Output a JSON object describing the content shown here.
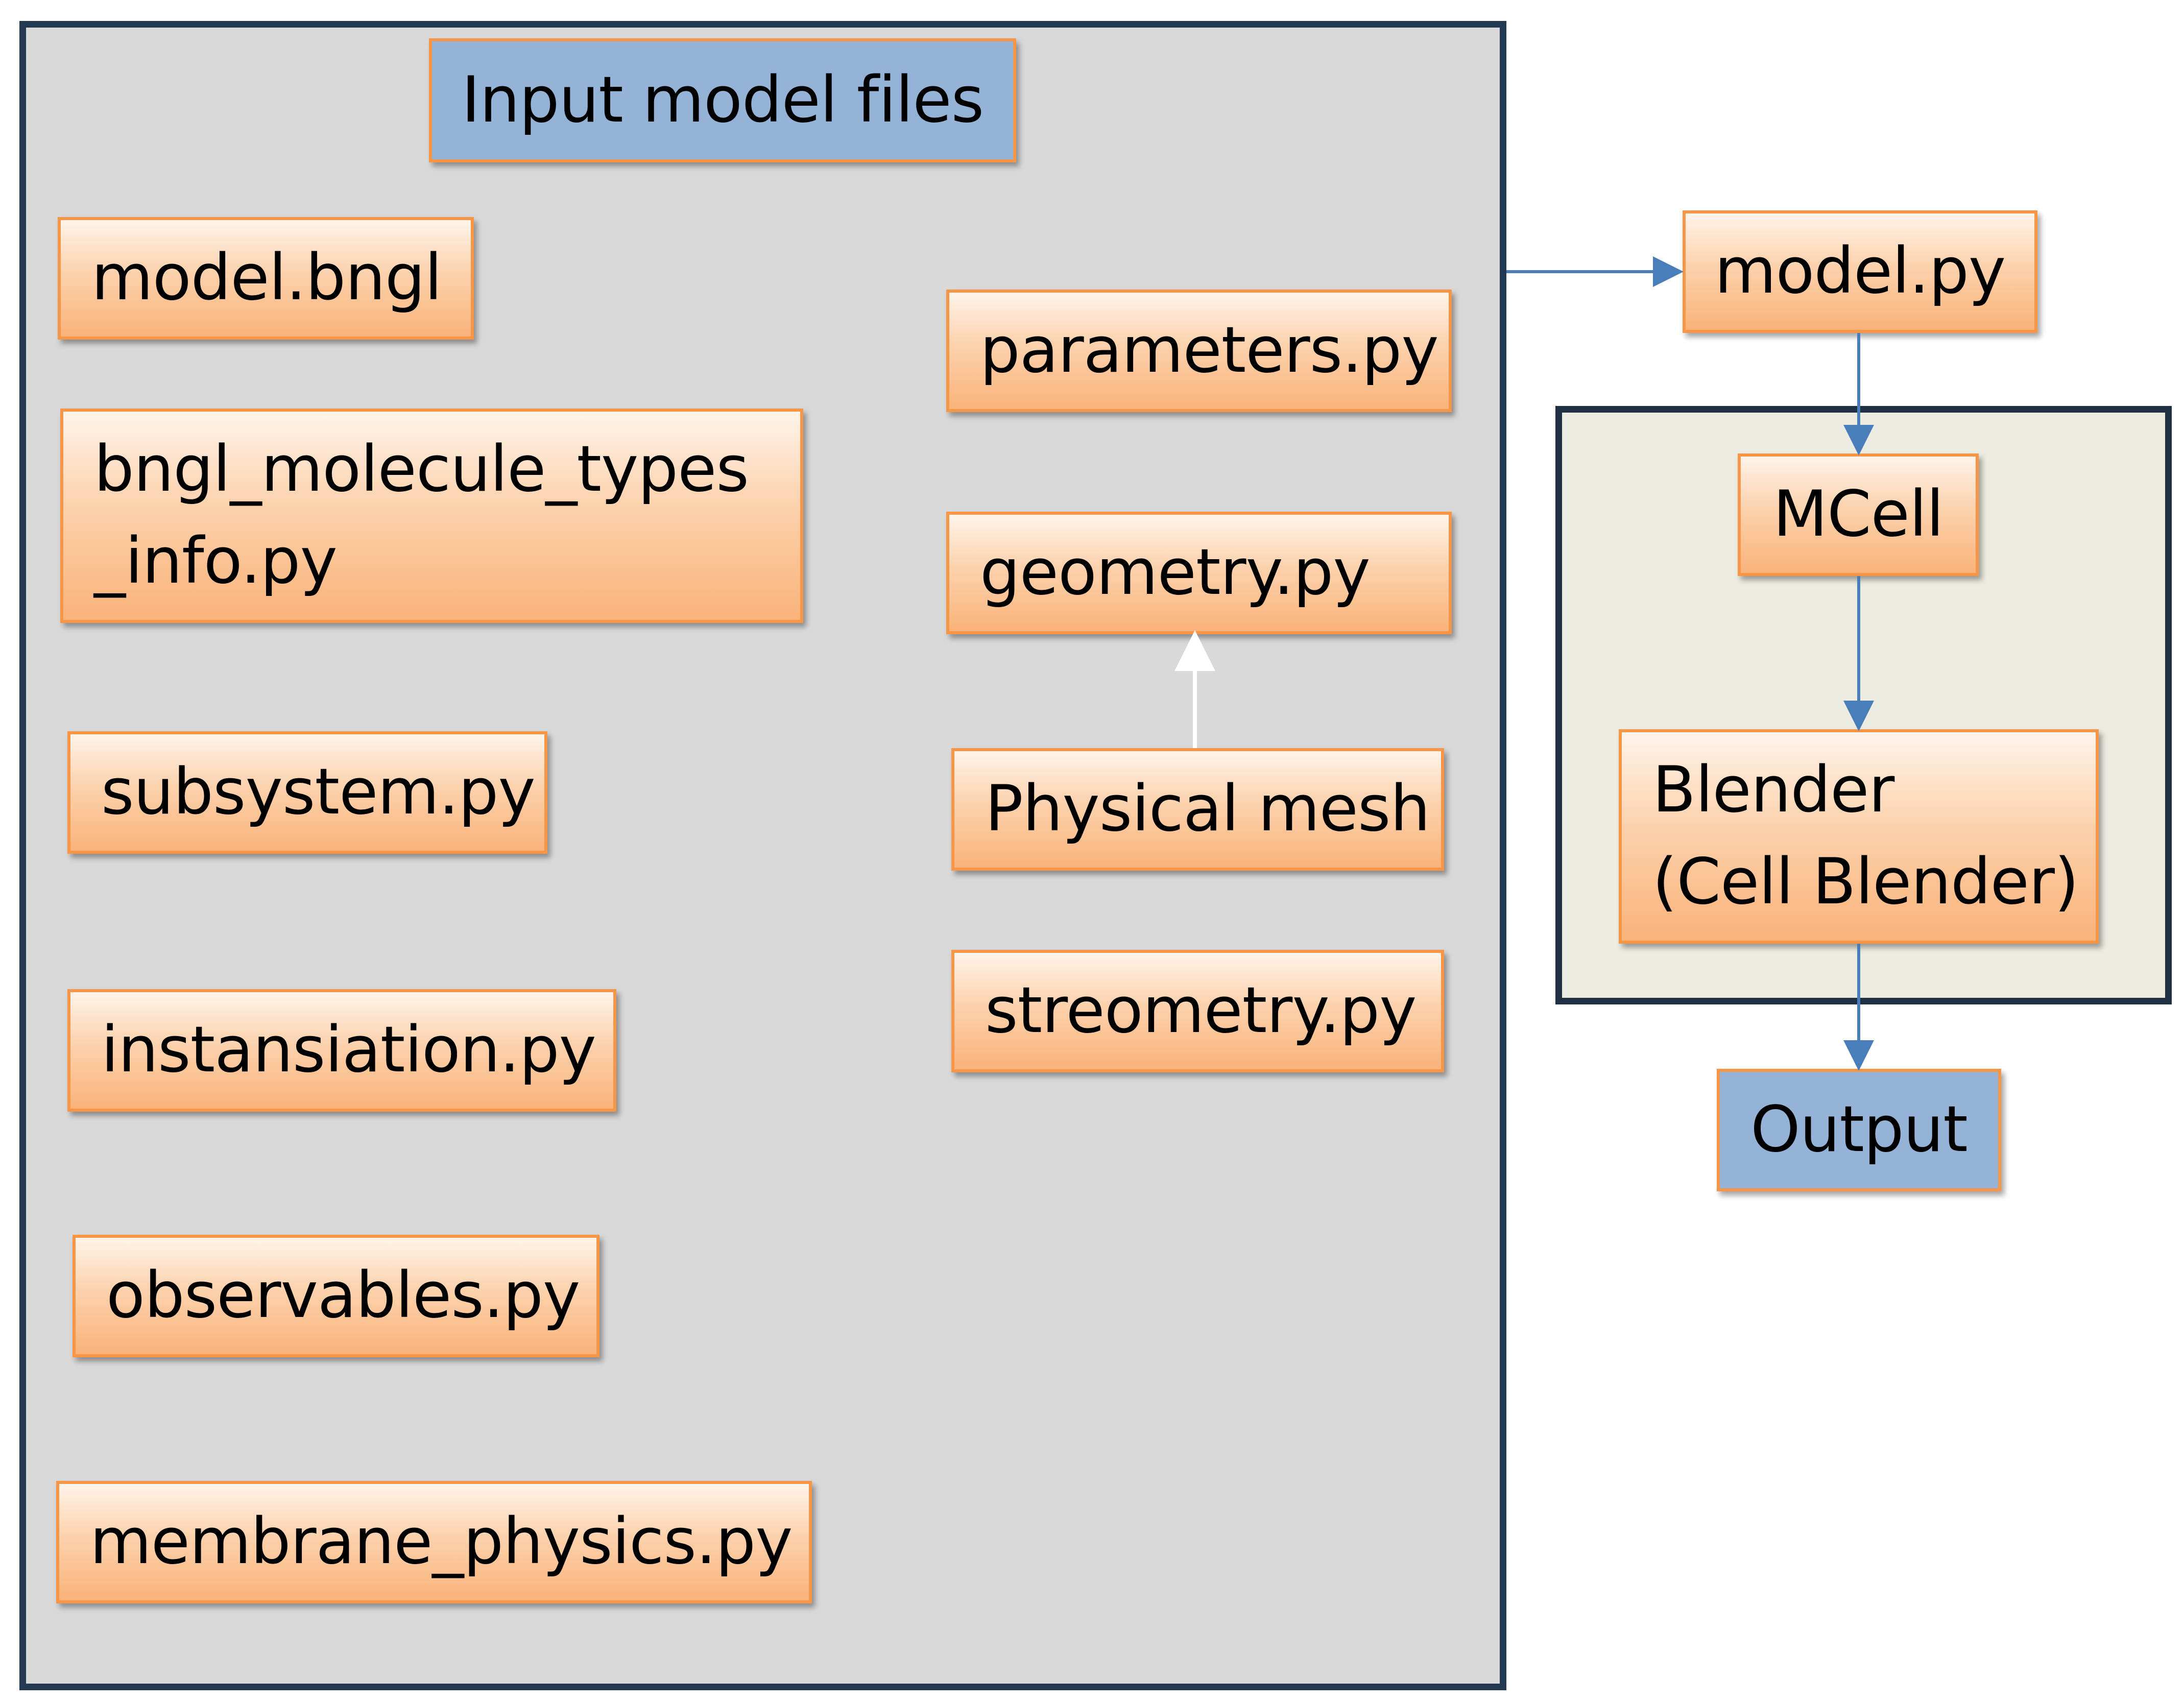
{
  "left_panel": {
    "title": "Input model files",
    "files_left": [
      "model.bngl",
      "subsystem.py",
      "instansiation.py",
      "observables.py",
      "membrane_physics.py"
    ],
    "molecule_types": {
      "line1": "bngl_molecule_types",
      "line2": "_info.py"
    },
    "files_right": {
      "parameters": "parameters.py",
      "geometry": "geometry.py",
      "physical_mesh": "Physical mesh",
      "streometry": "streometry.py"
    }
  },
  "pipeline": {
    "model_py": "model.py",
    "mcell": "MCell",
    "blender_line1": "Blender",
    "blender_line2": "(Cell Blender)",
    "output": "Output"
  },
  "colors": {
    "box_border": "#f79646",
    "box_fill_top": "#fff4ea",
    "box_fill_bottom": "#fab37a",
    "title_fill": "#95b3d7",
    "left_panel_fill": "#d9d9d9",
    "right_panel_fill": "#eeece1",
    "panel_border": "#243a53",
    "arrow": "#4a7ebb"
  }
}
